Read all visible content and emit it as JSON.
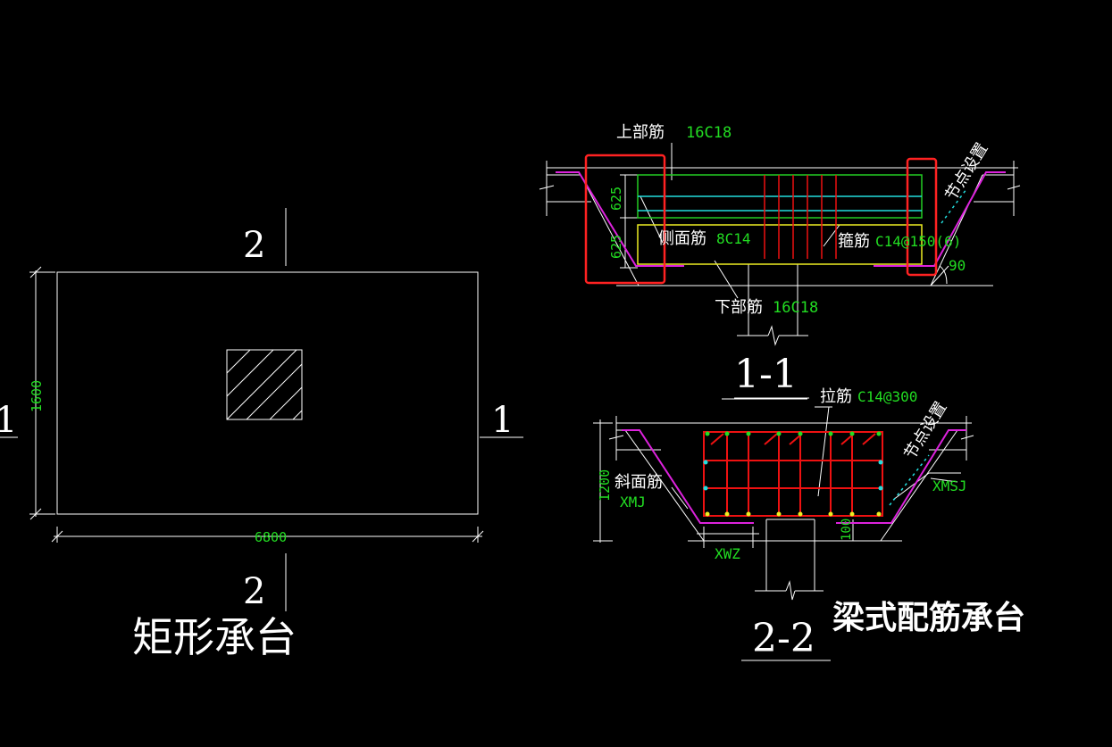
{
  "colors": {
    "background": "#000000",
    "line": "#ffffff",
    "label_green": "#22dd22",
    "highlight": "#ff2222",
    "rebar_red": "#ee1111",
    "stirrup_green": "#22cc22",
    "cyan": "#22dddd",
    "yellow": "#eeee22",
    "magenta": "#dd22dd"
  },
  "plan": {
    "title": "矩形承台",
    "dim_width": "6800",
    "dim_height": "1600",
    "section_mark_1_left": "1",
    "section_mark_1_right": "1",
    "section_mark_2_top": "2",
    "section_mark_2_bottom": "2"
  },
  "section_1_1": {
    "label": "1-1",
    "top_bar_name": "上部筋",
    "top_bar_spec": "16C18",
    "side_bar_name": "侧面筋",
    "side_bar_spec": "8C14",
    "stirrup_name": "箍筋",
    "stirrup_spec": "C14@150(6)",
    "bottom_bar_name": "下部筋",
    "bottom_bar_spec": "16C18",
    "dim_upper": "625",
    "dim_lower": "625",
    "angle": "90",
    "node_text": "节点设置"
  },
  "section_2_2": {
    "label": "2-2",
    "tie_bar_name": "拉筋",
    "tie_bar_spec": "C14@300",
    "slope_bar_name": "斜面筋",
    "slope_bar_code": "XMJ",
    "slope_bar_code_right": "XMSJ",
    "bottom_code": "XWZ",
    "dim_height": "1200",
    "dim_small": "100",
    "node_text": "节点设置"
  },
  "caption": "梁式配筋承台"
}
